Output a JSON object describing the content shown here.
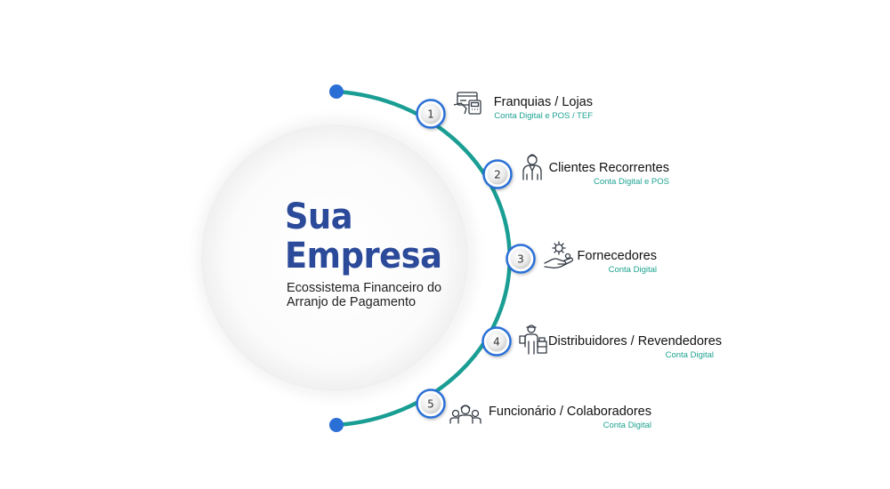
{
  "company": {
    "title_line1": "Sua",
    "title_line2": "Empresa",
    "subtitle_line1": "Ecossistema Financeiro do",
    "subtitle_line2": "Arranjo de Pagamento"
  },
  "colors": {
    "arc": "#1a9e94",
    "endpoint": "#2a6fd6",
    "title": "#2b4a9a",
    "subtitle_accent": "#1fa392"
  },
  "items": [
    {
      "number": "1",
      "title": "Franquias / Lojas",
      "subtitle": "Conta Digital e POS / TEF",
      "icon": "card-terminal-icon"
    },
    {
      "number": "2",
      "title": "Clientes Recorrentes",
      "subtitle": "Conta Digital e POS",
      "icon": "customer-icon"
    },
    {
      "number": "3",
      "title": "Fornecedores",
      "subtitle": "Conta Digital",
      "icon": "hand-gear-icon"
    },
    {
      "number": "4",
      "title": "Distribuidores / Revendedores",
      "subtitle": "Conta Digital",
      "icon": "delivery-person-icon"
    },
    {
      "number": "5",
      "title": "Funcionário / Colaboradores",
      "subtitle": "Conta Digital",
      "icon": "team-icon"
    }
  ]
}
